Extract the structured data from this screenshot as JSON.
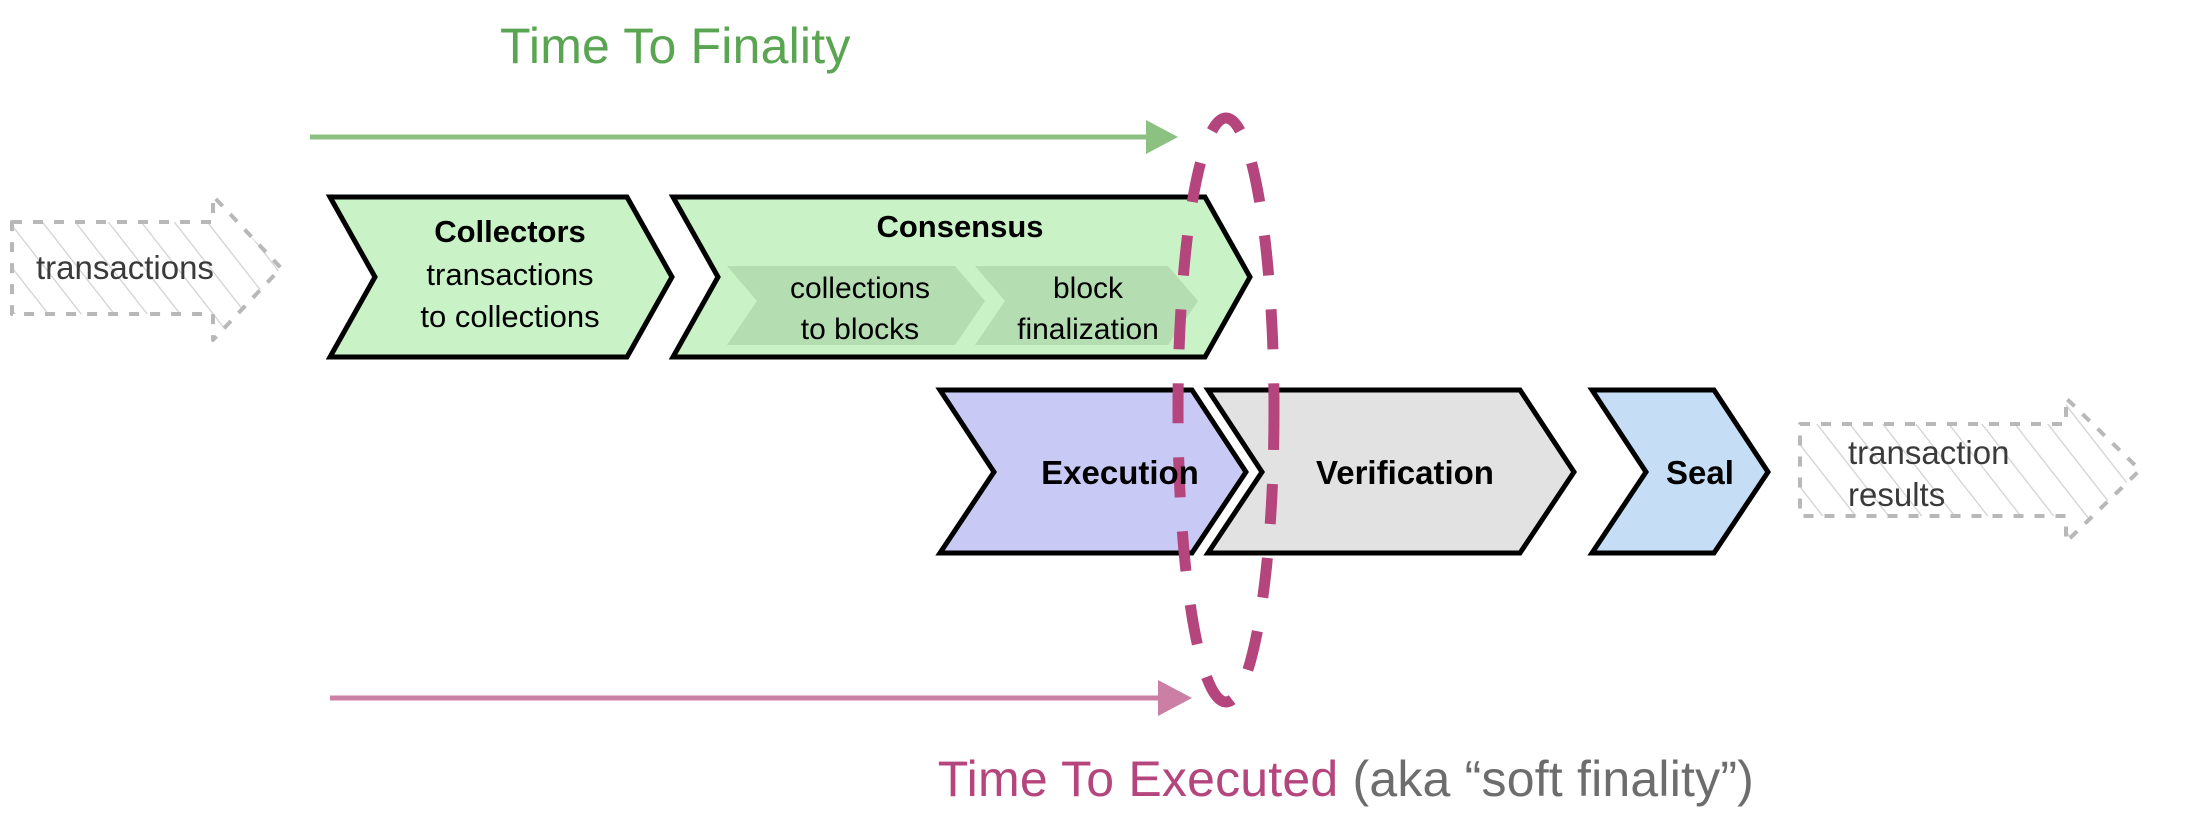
{
  "diagram": {
    "title_top": "Time To Finality",
    "bottom_label_main": "Time To Executed",
    "bottom_label_note": "(aka “soft finality”)",
    "colors": {
      "green_accent": "#5aa551",
      "magenta_accent": "#b5457d",
      "pink_arrow": "#cc7fa5",
      "gray_note": "#6d6d6d",
      "fill_green": "#c9f2c7",
      "fill_green_inner": "#b4ddb2",
      "fill_purple": "#c9c9f5",
      "fill_gray": "#e2e2e2",
      "fill_blue": "#c5ddf5",
      "ghost_gray": "#b8b8b8",
      "stroke": "#000000"
    }
  },
  "inputs": {
    "left_ghost": "transactions"
  },
  "outputs": {
    "right_ghost_line1": "transaction",
    "right_ghost_line2": "results"
  },
  "top_row": {
    "collectors": {
      "heading": "Collectors",
      "sub_line1": "transactions",
      "sub_line2": "to collections"
    },
    "consensus": {
      "heading": "Consensus",
      "inner": [
        {
          "line1": "collections",
          "line2": "to blocks"
        },
        {
          "line1": "block",
          "line2": "finalization"
        }
      ]
    }
  },
  "bottom_row": {
    "stages": [
      {
        "label": "Execution"
      },
      {
        "label": "Verification"
      },
      {
        "label": "Seal"
      }
    ]
  },
  "annotations": {
    "finality_marker": "dashed-ellipse-finality-boundary",
    "top_arrow": "green-time-to-finality-arrow",
    "bottom_arrow": "pink-time-to-executed-arrow"
  }
}
